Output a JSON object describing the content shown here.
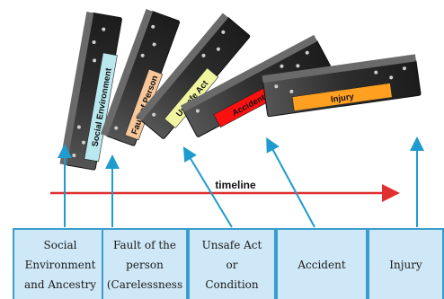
{
  "timeline_label": "timeline",
  "dominoes": [
    {
      "label": "Social Environment",
      "face_color": "#b9e8ee"
    },
    {
      "label": "Fault of Person",
      "face_color": "#f7c79a"
    },
    {
      "label": "Unsafe Act",
      "face_color": "#f0f5a0"
    },
    {
      "label": "Accident",
      "face_color": "#ff1010"
    },
    {
      "label": "Injury",
      "face_color": "#ffa020"
    }
  ],
  "stages": [
    {
      "label": "Social\nEnvironment\nand Ancestry"
    },
    {
      "label": "Fault of the\nperson\n(Carelessness"
    },
    {
      "label": "Unsafe Act\nor\nCondition"
    },
    {
      "label": "Accident"
    },
    {
      "label": "Injury"
    }
  ],
  "colors": {
    "arrow": "#1f9bd0",
    "timeline": "#e03030",
    "box_fill": "#cfe8f7",
    "box_border": "#3b9ccf",
    "domino_body": "#333333"
  }
}
